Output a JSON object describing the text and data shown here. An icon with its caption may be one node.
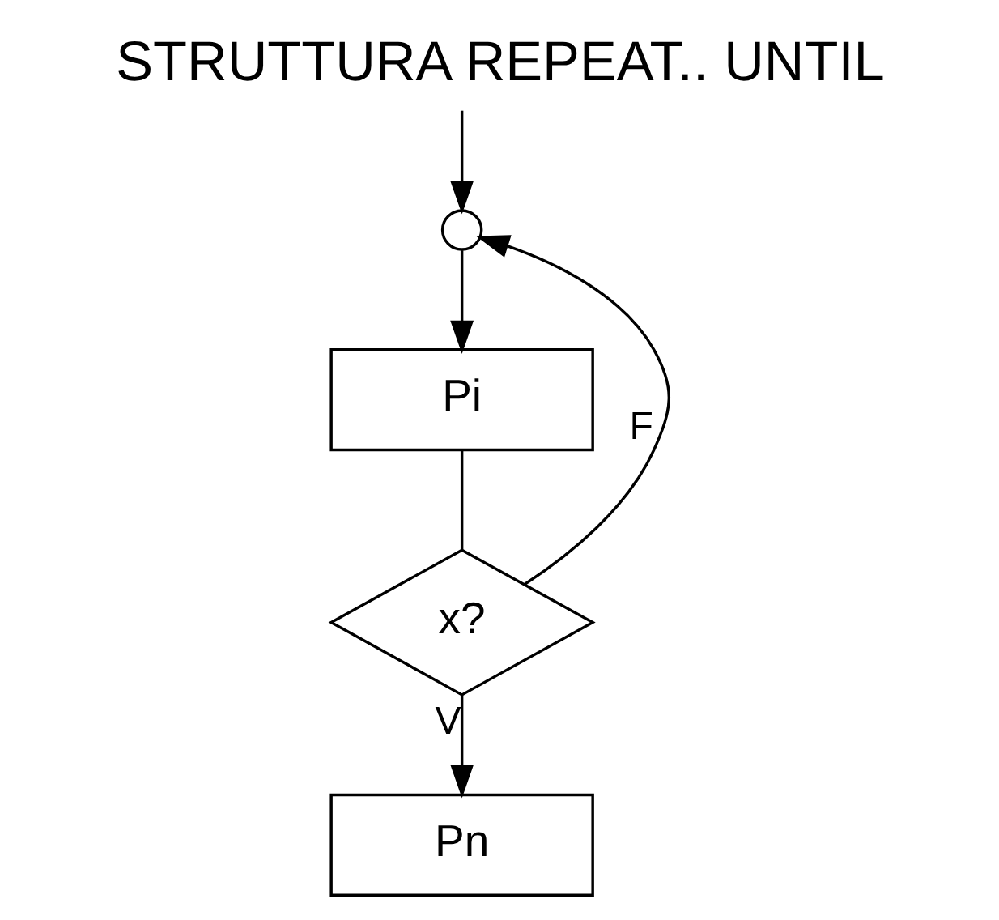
{
  "diagram": {
    "title": "STRUTTURA REPEAT.. UNTIL",
    "nodes": [
      {
        "text": [],
        "shape": "circle"
      },
      {
        "text": [
          "Pi"
        ]
      },
      {
        "text": [
          "x?"
        ]
      },
      {
        "text": [
          "Pn"
        ]
      }
    ],
    "edges": [
      {
        "from": null,
        "to": 0,
        "arrow": "to"
      },
      {
        "from": 0,
        "to": 1,
        "arrow": "to"
      },
      {
        "from": 1,
        "to": 2,
        "arrow": "none"
      },
      {
        "from": 2,
        "to": 0,
        "arrow": "to",
        "label": "F"
      },
      {
        "from": 2,
        "to": 3,
        "arrow": "to",
        "label": "V"
      }
    ]
  }
}
